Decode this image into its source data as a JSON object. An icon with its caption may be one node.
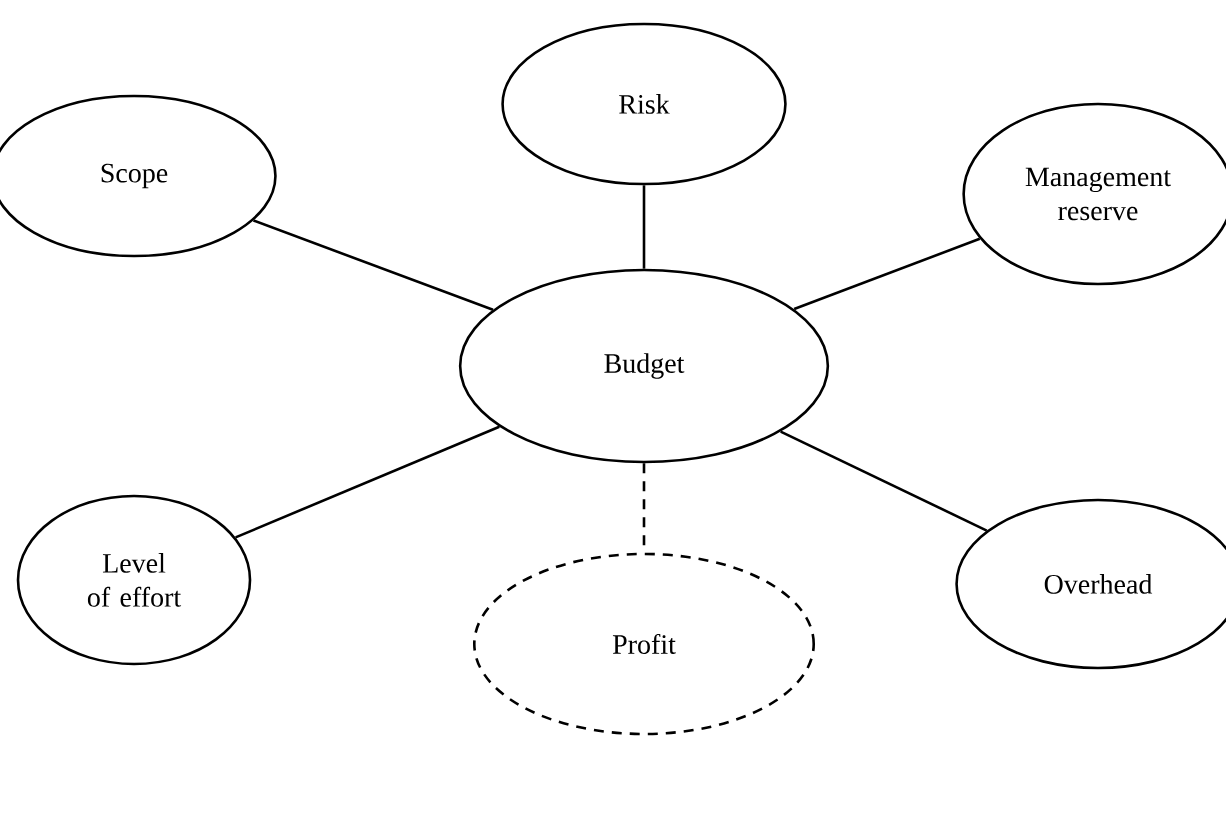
{
  "diagram": {
    "nodes": [
      {
        "text": [
          "Risk"
        ]
      },
      {
        "text": [
          "Scope"
        ]
      },
      {
        "text": [
          "Management reserve"
        ]
      },
      {
        "text": [
          "Budget"
        ]
      },
      {
        "text": [
          "Level of effort"
        ]
      },
      {
        "text": [
          "Overhead"
        ]
      },
      {
        "text": [
          "Profit"
        ]
      }
    ],
    "edges": [
      {
        "from": 3,
        "to": 0,
        "arrow": "none"
      },
      {
        "from": 3,
        "to": 1,
        "arrow": "none"
      },
      {
        "from": 3,
        "to": 2,
        "arrow": "none"
      },
      {
        "from": 3,
        "to": 4,
        "arrow": "none"
      },
      {
        "from": 3,
        "to": 5,
        "arrow": "none"
      },
      {
        "from": 3,
        "to": 6,
        "arrow": "none",
        "style": "dashed"
      }
    ]
  }
}
